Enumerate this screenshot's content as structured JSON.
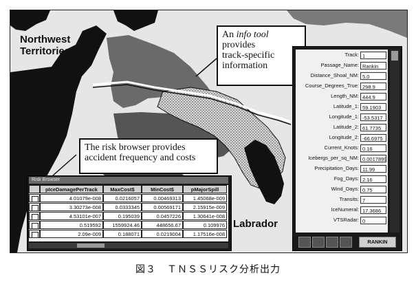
{
  "map": {
    "region_northwest": [
      "Northwest",
      "Territories"
    ],
    "region_labrador": "Labrador"
  },
  "info_callout": {
    "prefix": "An ",
    "italic": "info tool",
    "lines": [
      "provides",
      "track-specific",
      "information"
    ]
  },
  "risk_callout": {
    "lines": [
      "The risk browser provides",
      "accident frequency and costs"
    ]
  },
  "info_tool": {
    "rows": [
      {
        "key": "Track:",
        "value": "1"
      },
      {
        "key": "Passage_Name:",
        "value": "Rankin"
      },
      {
        "key": "Distance_Shoal_NM:",
        "value": "5.0"
      },
      {
        "key": "Course_Degrees_True:",
        "value": "298.9"
      },
      {
        "key": "Length_NM:",
        "value": "444.9"
      },
      {
        "key": "Latitude_1:",
        "value": "59.1903"
      },
      {
        "key": "Longitude_1:",
        "value": "-53.5317"
      },
      {
        "key": "Latitude_2:",
        "value": "61.7735"
      },
      {
        "key": "Longitude_2:",
        "value": "-66.6975"
      },
      {
        "key": "Current_Knots:",
        "value": "0.16"
      },
      {
        "key": "Icebergs_per_sq_NM:",
        "value": "0.0017899"
      },
      {
        "key": "Precipitation_Days:",
        "value": "11.99"
      },
      {
        "key": "Fog_Days:",
        "value": "2.16"
      },
      {
        "key": "Wind_Days:",
        "value": "0.75"
      },
      {
        "key": "Transits:",
        "value": "7"
      },
      {
        "key": "IceNumeral:",
        "value": "17.3686"
      },
      {
        "key": "VTSRadar:",
        "value": "0"
      }
    ],
    "button_label": "RANKIN"
  },
  "risk_browser": {
    "title": "Risk Browser",
    "columns": [
      "pIceDamagePerTrack",
      "MaxCost$",
      "MinCost$",
      "pMajorSpill"
    ],
    "rows": [
      [
        "4.01079e-008",
        "0.0216057",
        "0.00469313",
        "1.45068e-009"
      ],
      [
        "3.30273e-008",
        "0.0333345",
        "0.00569171",
        "2.15915e-009"
      ],
      [
        "4.53101e-007",
        "0.195039",
        "0.0457226",
        "1.30641e-008"
      ],
      [
        "0.519592",
        "1559924.46",
        "448656.67",
        "0.109976"
      ],
      [
        "2.09e-009",
        "0.188071",
        "0.0219004",
        "1.17516e-008"
      ]
    ]
  },
  "caption": {
    "figure": "図３",
    "title": "ＴＮＳＳリスク分析出力"
  },
  "colors": {
    "land": "#1a1a1a",
    "water": "#e6e6e6",
    "track": "#ffffff",
    "dotted_corridor": "#bdbdbd"
  }
}
